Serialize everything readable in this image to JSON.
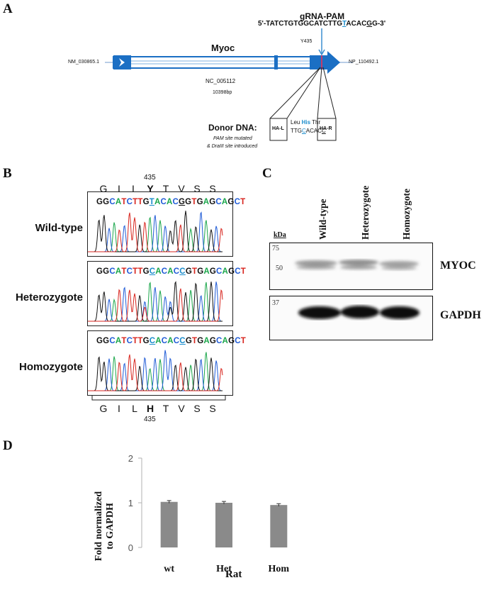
{
  "panels": {
    "a": "A",
    "b": "B",
    "c": "C",
    "d": "D"
  },
  "panelA": {
    "grna_label": "gRNA-PAM",
    "grna_sequence": [
      {
        "t": "5'-TATCTGTGGCATCTTG",
        "s": "n"
      },
      {
        "t": "T",
        "s": "mut"
      },
      {
        "t": "ACAC",
        "s": "n"
      },
      {
        "t": "G",
        "s": "u"
      },
      {
        "t": "G-3'",
        "s": "n"
      }
    ],
    "y435": "Y435",
    "gene_name": "Myoc",
    "left_accession": "NM_030865.1",
    "right_accession": "NP_110492.1",
    "chromosome": "NC_005112",
    "length": "10398bp",
    "donor_title": "Donor DNA:",
    "donor_note_1": "PAM site mutated",
    "donor_note_2": "& DraIII site introduced",
    "ha_l": "HA-L",
    "ha_r": "HA-R",
    "codons": {
      "leu": "Leu",
      "his": "His",
      "thr": "Thr"
    },
    "donor_sequence": [
      {
        "t": "TTG",
        "s": "n"
      },
      {
        "t": "C",
        "s": "mut"
      },
      {
        "t": "ACAC",
        "s": "n"
      },
      {
        "t": "C",
        "s": "u"
      }
    ]
  },
  "panelB": {
    "top_aa": [
      "G",
      "I",
      "L",
      "Y",
      "T",
      "V",
      "S",
      "S"
    ],
    "top_pos": "435",
    "bottom_aa": [
      "G",
      "I",
      "L",
      "H",
      "T",
      "V",
      "S",
      "S"
    ],
    "bottom_pos": "435",
    "rows": [
      {
        "label": "Wild-type",
        "seq": [
          {
            "t": "GGCATCTTG",
            "m": 0
          },
          {
            "t": "T",
            "m": 1
          },
          {
            "t": "ACAC",
            "m": 0
          },
          {
            "t": "G",
            "m": 1
          },
          {
            "t": "GTGAGCAGCT",
            "m": 0
          }
        ]
      },
      {
        "label": "Heterozygote",
        "seq": [
          {
            "t": "GGCATCTTG",
            "m": 0
          },
          {
            "t": "C",
            "m": 1
          },
          {
            "t": "ACAC",
            "m": 0
          },
          {
            "t": "C",
            "m": 1
          },
          {
            "t": "GTGAGCAGCT",
            "m": 0
          }
        ]
      },
      {
        "label": "Homozygote",
        "seq": [
          {
            "t": "GGCATCTTG",
            "m": 0
          },
          {
            "t": "C",
            "m": 1
          },
          {
            "t": "ACAC",
            "m": 0
          },
          {
            "t": "C",
            "m": 1
          },
          {
            "t": "GTGAGCAGCT",
            "m": 0
          }
        ]
      }
    ],
    "trace_colors": {
      "A": "#1aa64a",
      "C": "#1f5bd6",
      "G": "#111111",
      "T": "#d8261f"
    }
  },
  "panelC": {
    "kda": "kDa",
    "lanes": [
      "Wild-type",
      "Heterozygote",
      "Homozygote"
    ],
    "markers_top": [
      "75",
      "50"
    ],
    "marker_bottom": "37",
    "myoc": "MYOC",
    "gapdh": "GAPDH"
  },
  "chart_data": {
    "type": "bar",
    "categories": [
      "wt",
      "Het",
      "Hom"
    ],
    "values": [
      1.02,
      1.0,
      0.95
    ],
    "errors": [
      0.03,
      0.03,
      0.03
    ],
    "ylabel_1": "Fold normalized",
    "ylabel_2": "to GAPDH",
    "xlabel": "Rat",
    "ylim": [
      0,
      2
    ],
    "yticks": [
      "0",
      "1",
      "2"
    ],
    "bar_color": "#8a8a8a",
    "grid": false
  }
}
